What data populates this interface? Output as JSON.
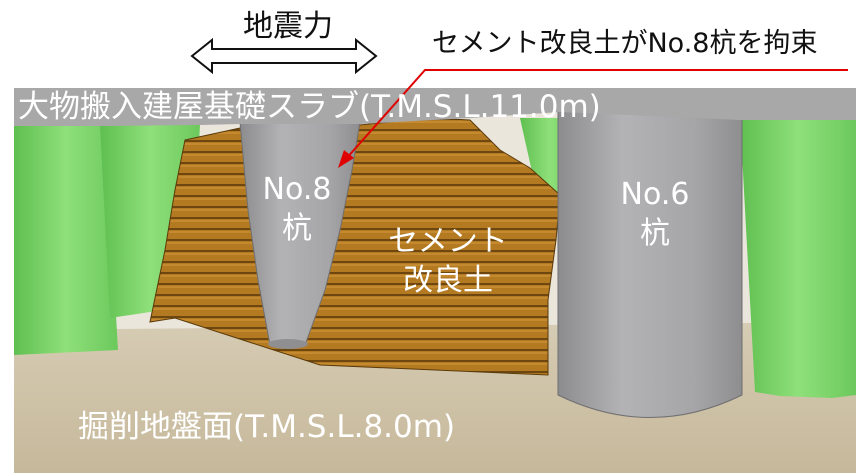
{
  "annotations": {
    "seismic_force": "地震力",
    "cement_restrains": "セメント改良土がNo.8杭を拘束"
  },
  "labels": {
    "slab": "大物搬入建屋基礎スラブ(T.M.S.L.11.0m)",
    "pile_no8_line1": "No.8",
    "pile_no8_line2": "杭",
    "pile_no6_line1": "No.6",
    "pile_no6_line2": "杭",
    "cement_soil_line1": "セメント",
    "cement_soil_line2": "改良土",
    "ground": "掘削地盤面(T.M.S.L.8.0m)"
  },
  "colors": {
    "slab": "#a9a9a9",
    "ground": "#cfc2a6",
    "green_pile": "#7ed46b",
    "gray_pile": "#a6a6a8",
    "cement_soil": "#b07820",
    "arrow_red": "#e00000"
  }
}
